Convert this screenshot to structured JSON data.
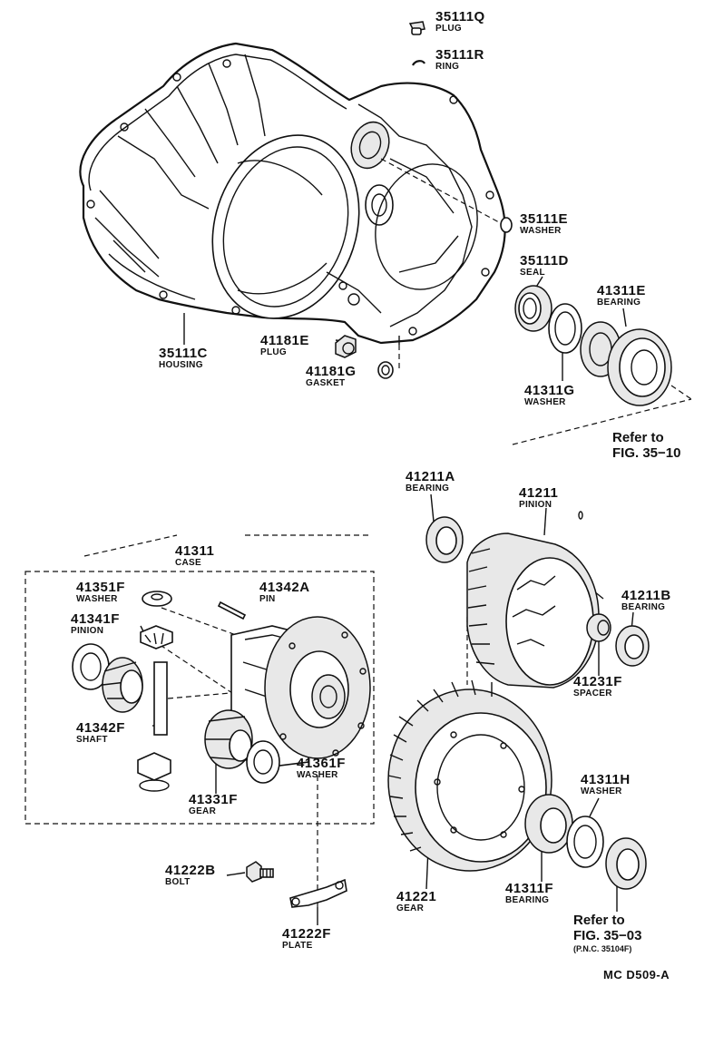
{
  "parts": [
    {
      "id": "35111Q",
      "number": "35111Q",
      "name": "PLUG"
    },
    {
      "id": "35111R",
      "number": "35111R",
      "name": "RING"
    },
    {
      "id": "35111E",
      "number": "35111E",
      "name": "WASHER"
    },
    {
      "id": "35111D",
      "number": "35111D",
      "name": "SEAL"
    },
    {
      "id": "41311E",
      "number": "41311E",
      "name": "BEARING"
    },
    {
      "id": "41311G",
      "number": "41311G",
      "name": "WASHER"
    },
    {
      "id": "35111C",
      "number": "35111C",
      "name": "HOUSING"
    },
    {
      "id": "41181E",
      "number": "41181E",
      "name": "PLUG"
    },
    {
      "id": "41181G",
      "number": "41181G",
      "name": "GASKET"
    },
    {
      "id": "41211A",
      "number": "41211A",
      "name": "BEARING"
    },
    {
      "id": "41211",
      "number": "41211",
      "name": "PINION"
    },
    {
      "id": "41211B",
      "number": "41211B",
      "name": "BEARING"
    },
    {
      "id": "41231F",
      "number": "41231F",
      "name": "SPACER"
    },
    {
      "id": "41311",
      "number": "41311",
      "name": "CASE"
    },
    {
      "id": "41351F",
      "number": "41351F",
      "name": "WASHER"
    },
    {
      "id": "41342A",
      "number": "41342A",
      "name": "PIN"
    },
    {
      "id": "41341F",
      "number": "41341F",
      "name": "PINION"
    },
    {
      "id": "41342F",
      "number": "41342F",
      "name": "SHAFT"
    },
    {
      "id": "41361F",
      "number": "41361F",
      "name": "WASHER"
    },
    {
      "id": "41331F",
      "number": "41331F",
      "name": "GEAR"
    },
    {
      "id": "41311H",
      "number": "41311H",
      "name": "WASHER"
    },
    {
      "id": "41222B",
      "number": "41222B",
      "name": "BOLT"
    },
    {
      "id": "41221",
      "number": "41221",
      "name": "GEAR"
    },
    {
      "id": "41311F",
      "number": "41311F",
      "name": "BEARING"
    },
    {
      "id": "41222F",
      "number": "41222F",
      "name": "PLATE"
    }
  ],
  "references": [
    {
      "line1": "Refer to",
      "line2": "FIG. 35−10"
    },
    {
      "line1": "Refer to",
      "line2": "FIG. 35−03",
      "line3": "(P.N.C. 35104F)"
    }
  ],
  "diagram_code": "MC  D509-A"
}
